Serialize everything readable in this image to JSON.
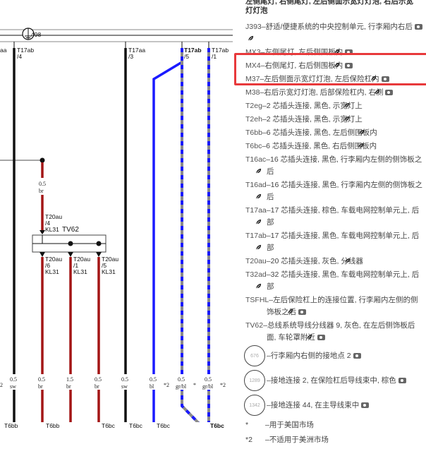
{
  "diagram": {
    "ground_label": "498",
    "top_connectors": [
      {
        "id": "T17ab",
        "pin": "/4"
      },
      {
        "id": "T17aa",
        "pin": "/3"
      },
      {
        "id": "T17ab",
        "pin": "/5"
      },
      {
        "id": "T17ab",
        "pin": "/1"
      }
    ],
    "left_edge_texts": [
      "aa",
      "2"
    ],
    "wire_color_left": {
      "size": "0.5",
      "color": "br"
    },
    "tv62_label": "TV62",
    "tv62_upper": {
      "id": "T20au",
      "pin": "/4",
      "signal": "KL31"
    },
    "tv62_outputs": [
      {
        "id": "T20au",
        "pin": "/6",
        "signal": "KL31"
      },
      {
        "id": "T20au",
        "pin": "/1",
        "signal": "KL31"
      },
      {
        "id": "T20au",
        "pin": "/5",
        "signal": "KL31"
      }
    ],
    "bottom_wires": [
      {
        "size": "0.5",
        "color": "sw"
      },
      {
        "size": "0.5",
        "color": "br"
      },
      {
        "size": "1.5",
        "color": "br"
      },
      {
        "size": "0.5",
        "color": "br"
      },
      {
        "size": "0.5",
        "color": "sw"
      },
      {
        "size": "0.5",
        "color": "bl"
      },
      {
        "size": "0.5",
        "color": "gr/bl"
      },
      {
        "size": "0.5",
        "color": "gr/bl"
      }
    ],
    "bottom_marks": [
      "*2",
      "*",
      "*2"
    ],
    "bottom_connectors": [
      "T6bb",
      "T6bb",
      "T6bc",
      "T6bc",
      "T6bc",
      "T6bc"
    ]
  },
  "legend": {
    "header_lines": [
      "左侧尾灯, 右侧尾灯, 左后侧面示宽灯灯泡, 右后示宽",
      "灯灯泡"
    ],
    "items": [
      {
        "code": "J393",
        "text": "–舒适/便捷系统的中央控制单元, 行李厢内右后",
        "cam": true,
        "leaf": true
      },
      {
        "code": "MX3",
        "text": "–左侧尾灯, 左后侧围板内",
        "cam": true,
        "leaf": true
      },
      {
        "code": "MX4",
        "text": "–右侧尾灯, 右后侧围板内",
        "cam": true,
        "leaf": true
      },
      {
        "code": "M37",
        "text": "–左后侧面示宽灯灯泡, 左后保险杠内",
        "cam": true,
        "leaf": true
      },
      {
        "code": "M38",
        "text": "–右后示宽灯灯泡, 后部保险杠内, 右侧",
        "cam": true,
        "leaf": true
      },
      {
        "code": "T2eg",
        "text": "–2 芯插头连接, 黑色, 示宽灯上",
        "cam": false,
        "leaf": true
      },
      {
        "code": "T2eh",
        "text": "–2 芯插头连接, 黑色, 示宽灯上",
        "cam": false,
        "leaf": true
      },
      {
        "code": "T6bb",
        "text": "–6 芯插头连接, 黑色, 左后侧围板内",
        "cam": false,
        "leaf": true
      },
      {
        "code": "T6bc",
        "text": "–6 芯插头连接, 黑色, 右后侧围板内",
        "cam": false,
        "leaf": true
      },
      {
        "code": "T16ac",
        "text": "–16 芯插头连接, 黑色, 行李厢内左侧的侧饰板之后",
        "cam": false,
        "leaf": true
      },
      {
        "code": "T16ad",
        "text": "–16 芯插头连接, 黑色, 行李厢内左侧的侧饰板之后",
        "cam": false,
        "leaf": true
      },
      {
        "code": "T17aa",
        "text": "–17 芯插头连接, 棕色, 车载电网控制单元上, 后部",
        "cam": false,
        "leaf": true
      },
      {
        "code": "T17ab",
        "text": "–17 芯插头连接, 黑色, 车载电网控制单元上, 后部",
        "cam": false,
        "leaf": true
      },
      {
        "code": "T20au",
        "text": "–20 芯插头连接, 灰色, 分线器",
        "cam": false,
        "leaf": true
      },
      {
        "code": "T32ad",
        "text": "–32 芯插头连接, 黑色, 车载电网控制单元上, 后部",
        "cam": false,
        "leaf": true
      },
      {
        "code": "TSFHL",
        "text": "–左后保险杠上的连接位置, 行李厢内左侧的侧饰板之后",
        "cam": true,
        "leaf": true
      },
      {
        "code": "TV62",
        "text": "–总线系统导线分线器 9, 灰色, 在左后侧饰板后面, 车轮罩附近",
        "cam": true,
        "leaf": true
      }
    ],
    "circle_items": [
      {
        "num": "676",
        "text": "–行李厢内右侧的接地点 2"
      },
      {
        "num": "1289",
        "text": "–接地连接 2, 在保险杠后导线束中, 棕色"
      },
      {
        "num": "1342",
        "text": "–接地连接 44, 在主导线束中"
      }
    ],
    "notes": [
      {
        "key": "*",
        "text": "–用于美国市场"
      },
      {
        "key": "*2",
        "text": "–不适用于美洲市场"
      }
    ]
  },
  "colors": {
    "black": "#111111",
    "brown": "#a31515",
    "blue": "#1a1aff",
    "gray": "#8a8a8a",
    "highlight": "#e8393b"
  }
}
